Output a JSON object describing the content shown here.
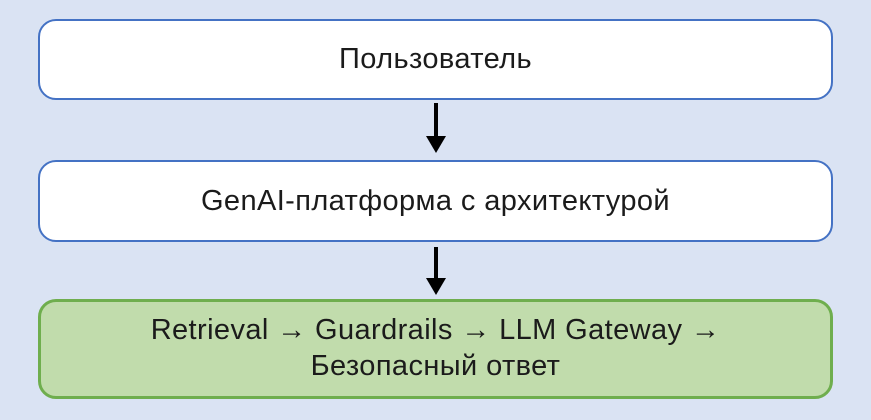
{
  "diagram": {
    "nodes": [
      {
        "id": "user",
        "label": "Пользователь",
        "style": "outline-blue"
      },
      {
        "id": "platform",
        "label": "GenAI-платформа с архитектурой",
        "style": "outline-blue"
      },
      {
        "id": "pipeline",
        "label": "Retrieval → Guardrails → LLM Gateway →\nБезопасный ответ",
        "style": "filled-green"
      }
    ],
    "connectors": [
      {
        "from": "user",
        "to": "platform",
        "type": "arrow-down"
      },
      {
        "from": "platform",
        "to": "pipeline",
        "type": "arrow-down"
      }
    ]
  },
  "colors": {
    "background": "#dae3f3",
    "node_border_blue": "#4472c4",
    "node_fill_white": "#ffffff",
    "node_fill_green": "#c1dcac",
    "node_border_green": "#6fae4e",
    "arrow": "#000000",
    "text": "#1b1b1b"
  }
}
